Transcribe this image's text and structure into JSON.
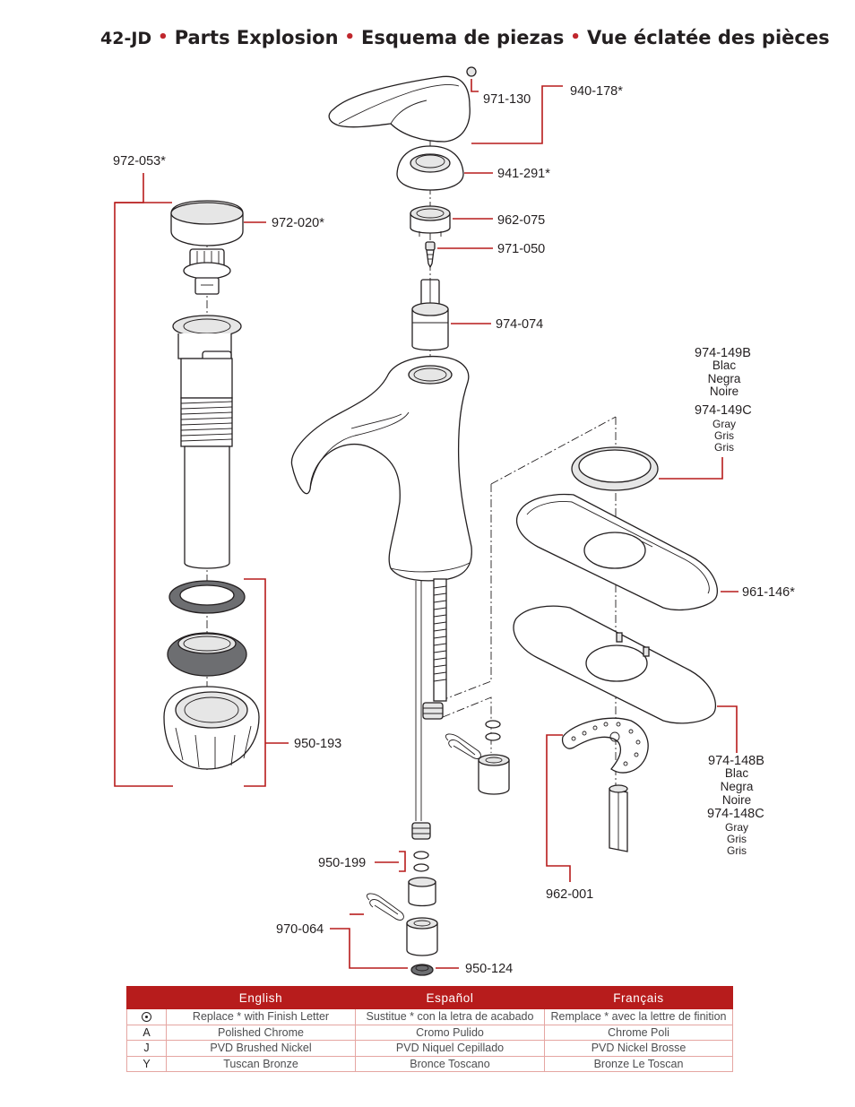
{
  "title": {
    "code": "42-JD",
    "parts": [
      "Parts Explosion",
      "Esquema de piezas",
      "Vue éclatée des pièces"
    ]
  },
  "callouts": {
    "c940_178": "940-178*",
    "c971_130": "971-130",
    "c941_291": "941-291*",
    "c962_075": "962-075",
    "c971_050": "971-050",
    "c974_074": "974-074",
    "c972_053": "972-053*",
    "c972_020": "972-020*",
    "c974_149B": "974-149B",
    "c974_149C": "974-149C",
    "c961_146": "961-146*",
    "c974_148B": "974-148B",
    "c974_148C": "974-148C",
    "c950_193": "950-193",
    "c962_001": "962-001",
    "c950_199": "950-199",
    "c970_064": "970-064",
    "c950_124": "950-124"
  },
  "finish_notes": {
    "b_lines": [
      "Blac",
      "Negra",
      "Noire"
    ],
    "c_lines": [
      "Gray",
      "Gris",
      "Gris"
    ]
  },
  "finish_table": {
    "headers": [
      "English",
      "Español",
      "Français"
    ],
    "rows": [
      {
        "code": "",
        "en": "Replace * with Finish Letter",
        "es": "Sustitue * con la letra de acabado",
        "fr": "Remplace * avec la lettre de finition"
      },
      {
        "code": "A",
        "en": "Polished Chrome",
        "es": "Cromo Pulido",
        "fr": "Chrome Poli"
      },
      {
        "code": "J",
        "en": "PVD Brushed Nickel",
        "es": "PVD Niquel Cepillado",
        "fr": "PVD Nickel Brosse"
      },
      {
        "code": "Y",
        "en": "Tuscan Bronze",
        "es": "Bronce Toscano",
        "fr": "Bronze Le Toscan"
      }
    ]
  },
  "colors": {
    "accent": "#b71c1c",
    "title_dot": "#c0272d",
    "table_border": "#e5a6a2"
  }
}
